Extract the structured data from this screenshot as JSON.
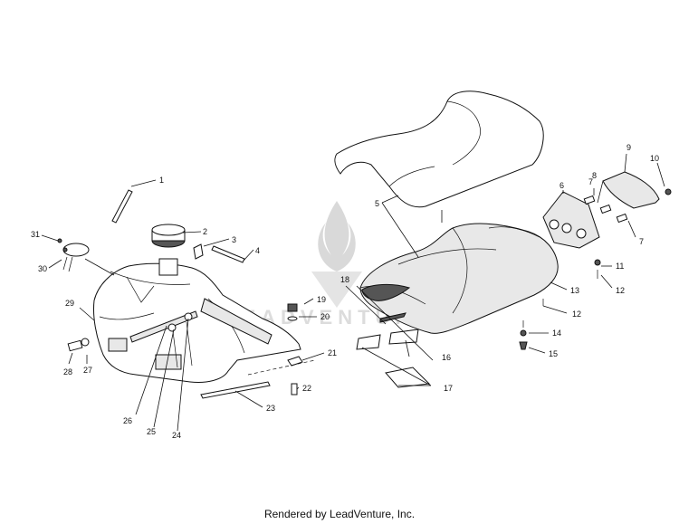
{
  "footer": "Rendered by LeadVenture, Inc.",
  "watermark": "LEADVENTURE",
  "callouts": [
    {
      "id": "1",
      "label": "1"
    },
    {
      "id": "2",
      "label": "2"
    },
    {
      "id": "3",
      "label": "3"
    },
    {
      "id": "4",
      "label": "4"
    },
    {
      "id": "5",
      "label": "5"
    },
    {
      "id": "6",
      "label": "6"
    },
    {
      "id": "7a",
      "label": "7"
    },
    {
      "id": "7b",
      "label": "7"
    },
    {
      "id": "8",
      "label": "8"
    },
    {
      "id": "9",
      "label": "9"
    },
    {
      "id": "10",
      "label": "10"
    },
    {
      "id": "11",
      "label": "11"
    },
    {
      "id": "12a",
      "label": "12"
    },
    {
      "id": "12b",
      "label": "12"
    },
    {
      "id": "13",
      "label": "13"
    },
    {
      "id": "14",
      "label": "14"
    },
    {
      "id": "15",
      "label": "15"
    },
    {
      "id": "16",
      "label": "16"
    },
    {
      "id": "17",
      "label": "17"
    },
    {
      "id": "18",
      "label": "18"
    },
    {
      "id": "19",
      "label": "19"
    },
    {
      "id": "20",
      "label": "20"
    },
    {
      "id": "21",
      "label": "21"
    },
    {
      "id": "22",
      "label": "22"
    },
    {
      "id": "23",
      "label": "23"
    },
    {
      "id": "24",
      "label": "24"
    },
    {
      "id": "25",
      "label": "25"
    },
    {
      "id": "26",
      "label": "26"
    },
    {
      "id": "27",
      "label": "27"
    },
    {
      "id": "28",
      "label": "28"
    },
    {
      "id": "29",
      "label": "29"
    },
    {
      "id": "30",
      "label": "30"
    },
    {
      "id": "31",
      "label": "31"
    }
  ]
}
